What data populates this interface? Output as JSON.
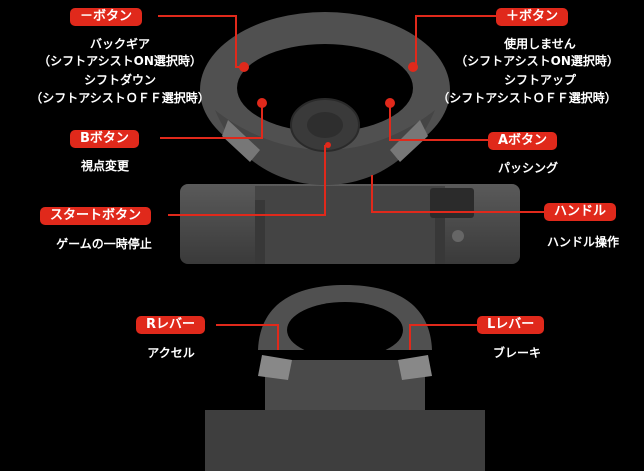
{
  "labels": {
    "minus": "－ボタン",
    "plus": "＋ボタン",
    "b": "Bボタン",
    "a": "Aボタン",
    "start": "スタートボタン",
    "handle": "ハンドル",
    "r_lever": "Rレバー",
    "l_lever": "Lレバー"
  },
  "descriptions": {
    "minus_1": "バックギア",
    "minus_2": "（シフトアシストON選択時）",
    "minus_3": "シフトダウン",
    "minus_4": "（シフトアシストＯＦＦ選択時）",
    "plus_1": "使用しません",
    "plus_2": "（シフトアシストON選択時）",
    "plus_3": "シフトアップ",
    "plus_4": "（シフトアシストＯＦＦ選択時）",
    "b": "視点変更",
    "a": "パッシング",
    "start": "ゲームの一時停止",
    "handle": "ハンドル操作",
    "r_lever": "アクセル",
    "l_lever": "ブレーキ"
  },
  "colors": {
    "accent": "#e0291b",
    "background": "#000000",
    "device": "#4a4a4a"
  }
}
